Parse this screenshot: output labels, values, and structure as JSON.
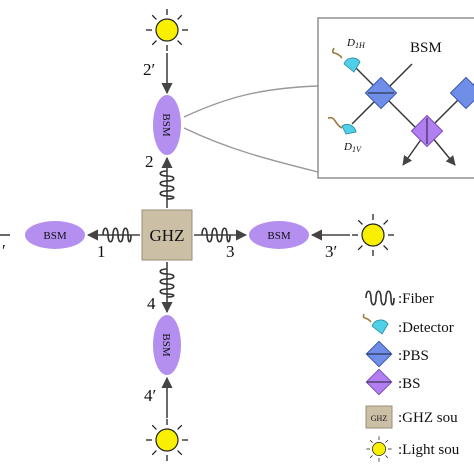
{
  "center": {
    "label": "GHZ"
  },
  "bsm_label": "BSM",
  "ports": {
    "top": "2",
    "top_source": "2′",
    "left": "1",
    "left_source": "′",
    "right": "3",
    "right_source": "3′",
    "bottom": "4",
    "bottom_source": "4′"
  },
  "inset": {
    "title": "BSM",
    "detector_h": "D",
    "detector_h_sub": "1H",
    "detector_v": "D",
    "detector_v_sub": "1V"
  },
  "legend": [
    {
      "icon": "fiber-icon",
      "label": ":Fiber"
    },
    {
      "icon": "detector-icon",
      "label": ":Detector"
    },
    {
      "icon": "pbs-icon",
      "label": ":PBS"
    },
    {
      "icon": "bs-icon",
      "label": ":BS"
    },
    {
      "icon": "ghz-box-icon",
      "label": ":GHZ sou",
      "icon_text": "GHZ"
    },
    {
      "icon": "light-source-icon",
      "label": ":Light sou"
    }
  ],
  "colors": {
    "bsm_fill": "#b48ff0",
    "ghz_fill": "#cbbfa6",
    "sun_fill": "#f8f000",
    "pbs_fill": "#6f8ee8",
    "bs_fill": "#b27ff0",
    "detector_fill": "#4fd0e8"
  }
}
